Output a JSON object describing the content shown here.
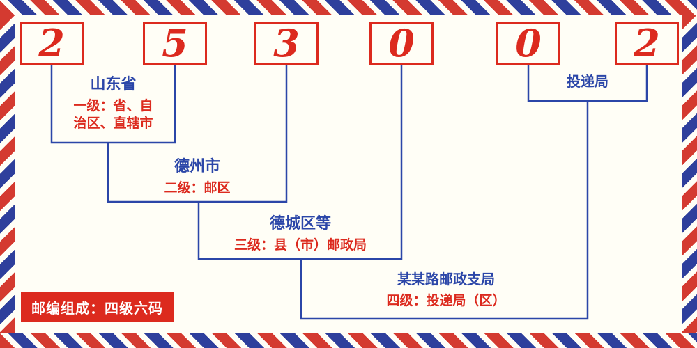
{
  "postal_code": {
    "digits": [
      "2",
      "5",
      "3",
      "0",
      "0",
      "2"
    ]
  },
  "annotations": {
    "level1": {
      "name": "山东省",
      "desc": "一级：省、自\n治区、直辖市"
    },
    "level2": {
      "name": "德州市",
      "desc": "二级：邮区"
    },
    "level3": {
      "name": "德城区等",
      "desc": "三级：县（市）邮政局"
    },
    "level4": {
      "name": "某某路邮政支局",
      "desc": "四级：投递局（区）"
    },
    "delivery": {
      "name": "投递局"
    }
  },
  "footer": {
    "label": "邮编组成：四级六码"
  },
  "colors": {
    "digit_red": "#dc2a1e",
    "line_blue": "#2b46a8",
    "stripe_red": "#d43a30",
    "stripe_blue": "#2e3f9c",
    "background": "#fffef6"
  }
}
